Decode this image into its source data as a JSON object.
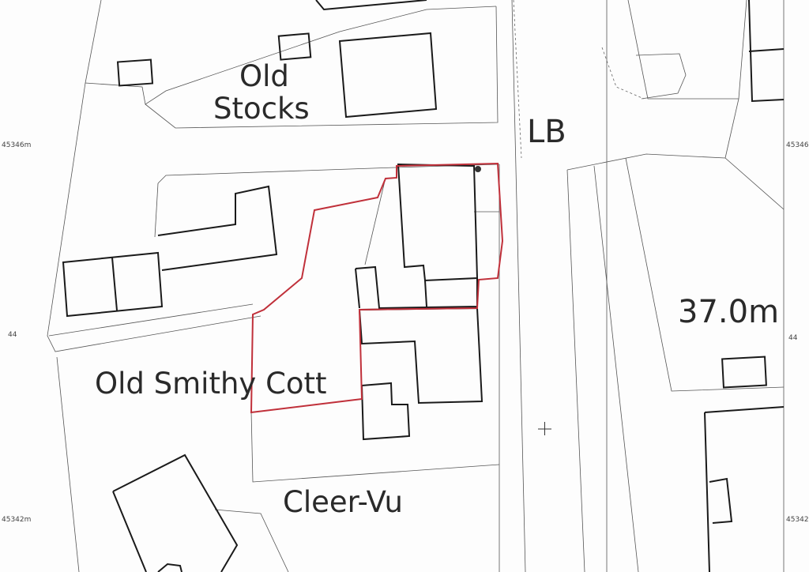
{
  "map": {
    "labels": {
      "old_stocks_1": "Old",
      "old_stocks_2": "Stocks",
      "lb": "LB",
      "old_smithy": "Old Smithy Cott",
      "cleer_vu": "Cleer-Vu",
      "spot_height": "37.0m"
    },
    "grid": {
      "left_top": "45346m",
      "left_mid": "44",
      "left_bottom": "45342m",
      "right_top": "45346m",
      "right_mid": "44",
      "right_bottom": "45342m"
    },
    "colors": {
      "boundary": "#c0303a",
      "building": "#1a1a1a",
      "line": "#555555"
    }
  }
}
